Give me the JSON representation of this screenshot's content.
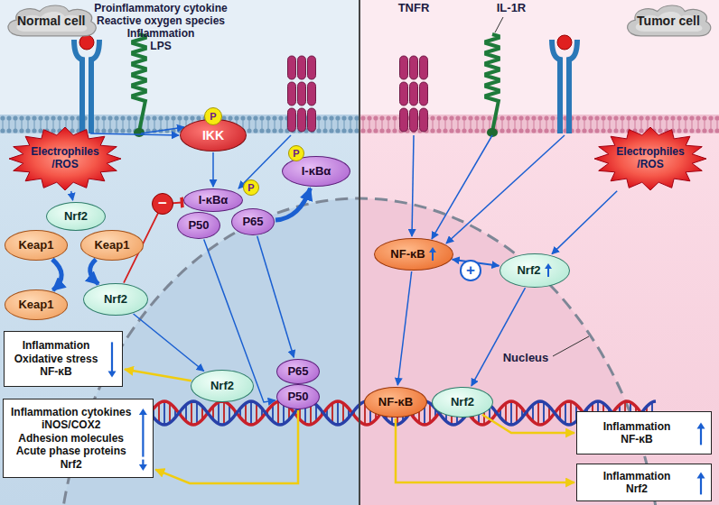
{
  "diagram": {
    "nodes": [
      {
        "text": [
          "Normal cell"
        ]
      },
      {
        "text": [
          "Tumor cell"
        ]
      },
      {
        "text": [
          "Electrophiles /ROS"
        ]
      },
      {
        "text": [
          "Nrf2"
        ]
      },
      {
        "text": [
          "Keap1"
        ]
      },
      {
        "text": [
          "Keap1"
        ]
      },
      {
        "text": [
          "Keap1"
        ]
      },
      {
        "text": [
          "Nrf2"
        ]
      },
      {
        "text": [
          "IKK"
        ]
      },
      {
        "text": [
          "P"
        ]
      },
      {
        "text": [
          "I-κBα"
        ]
      },
      {
        "text": [
          "P"
        ]
      },
      {
        "text": [
          "P50"
        ]
      },
      {
        "text": [
          "P65"
        ]
      },
      {
        "text": [
          "I-κBα"
        ]
      },
      {
        "text": [
          "P"
        ]
      },
      {
        "text": [
          "−"
        ]
      },
      {
        "text": [
          "Nrf2"
        ]
      },
      {
        "text": [
          "P65"
        ]
      },
      {
        "text": [
          "P50"
        ]
      },
      {
        "text": [
          "Inflammation",
          "Oxidative stress",
          "NF-κB"
        ]
      },
      {
        "text": [
          "Inflammation cytokines",
          "iNOS/COX2",
          "Adhesion molecules",
          "Acute phase proteins",
          "Nrf2"
        ]
      },
      {
        "text": [
          "Electrophiles /ROS"
        ]
      },
      {
        "text": [
          "NF-κB"
        ]
      },
      {
        "text": [
          "+"
        ]
      },
      {
        "text": [
          "Nrf2"
        ]
      },
      {
        "text": [
          "NF-κB"
        ]
      },
      {
        "text": [
          "Nrf2"
        ]
      },
      {
        "text": [
          "Inflammation",
          "NF-κB"
        ]
      },
      {
        "text": [
          "Inflammation",
          "Nrf2"
        ]
      }
    ],
    "edges": [
      {
        "from": 2,
        "to": 3,
        "arrow": "to"
      },
      {
        "from": 4,
        "to": 6,
        "arrow": "to"
      },
      {
        "from": 5,
        "to": 7,
        "arrow": "to"
      },
      {
        "from": 7,
        "to": 10,
        "arrow": "to"
      },
      {
        "from": 7,
        "to": 17,
        "arrow": "to"
      },
      {
        "from": 8,
        "to": 10,
        "arrow": "to"
      },
      {
        "from": 13,
        "to": 14,
        "arrow": "to"
      },
      {
        "from": 12,
        "to": 19,
        "arrow": "to"
      },
      {
        "from": 13,
        "to": 18,
        "arrow": "to"
      },
      {
        "from": 17,
        "to": 20,
        "arrow": "to"
      },
      {
        "from": 19,
        "to": 21,
        "arrow": "to"
      },
      {
        "from": 23,
        "to": 25,
        "arrow": "both"
      },
      {
        "from": 22,
        "to": 25,
        "arrow": "to"
      },
      {
        "from": 23,
        "to": 26,
        "arrow": "to"
      },
      {
        "from": 25,
        "to": 27,
        "arrow": "to"
      },
      {
        "from": 27,
        "to": 28,
        "arrow": "to"
      },
      {
        "from": 26,
        "to": 29,
        "arrow": "to"
      }
    ],
    "labels": [
      "Proinflammatory cytokine",
      "Reactive oxygen species",
      "Inflammation",
      "LPS",
      "TNFR",
      "IL-1R",
      "Nucleus"
    ]
  }
}
